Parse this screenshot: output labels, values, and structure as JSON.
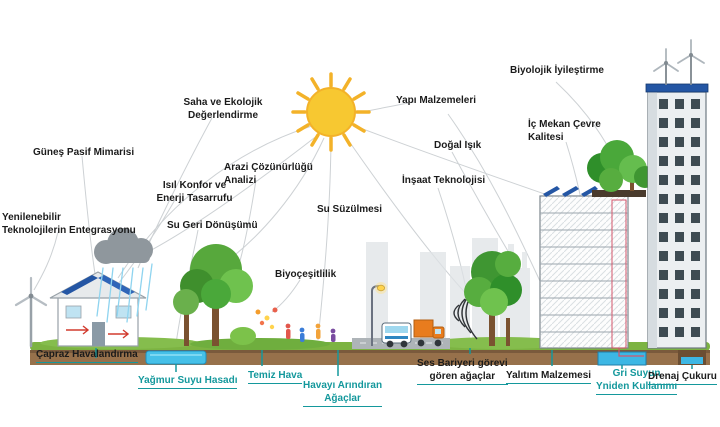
{
  "diagram": {
    "labels": {
      "renewable_integration": "Yenilenebilir\nTeknolojilerin Entegrasyonu",
      "solar_passive": "Güneş Pasif Mimarisi",
      "thermal_comfort": "Isıl Konfor ve\nEnerji Tasarrufu",
      "water_recycling": "Su Geri Dönüşümü",
      "site_ecological_assessment": "Saha ve Ekolojik\nDeğerlendirme",
      "land_analysis": "Arazi Çözünürlüğü\nAnalizi",
      "water_filtration": "Su Süzülmesi",
      "building_materials": "Yapı Malzemeleri",
      "natural_light": "Doğal Işık",
      "construction_technology": "İnşaat Teknolojisi",
      "biological_improvement": "Biyolojik İyileştirme",
      "indoor_environment_quality": "İç Mekan Çevre\nKalitesi",
      "biodiversity": "Biyoçeşitlilik",
      "cross_ventilation": "Çapraz Havalandırma",
      "rainwater_harvesting": "Yağmur Suyu Hasadı",
      "clean_air": "Temiz Hava",
      "air_purifying_trees": "Havayı Arındıran\nAğaçlar",
      "sound_barrier_trees": "Ses Bariyeri görevi\ngören ağaçlar",
      "insulation_material": "Yalıtım Malzemesi",
      "greywater_reuse": "Gri Suyun\nYniden Kullanımı",
      "drainage_pit": "Drenaj Çukuru"
    },
    "icons": [
      "sun-icon",
      "rain-cloud-icon",
      "wind-turbine-icon",
      "solar-house-icon",
      "tree-icon",
      "pond",
      "street-lamp-icon",
      "bus-icon",
      "truck-icon",
      "sound-waves-icon",
      "apartment-building-icon",
      "green-roof-trees",
      "skyscraper-icon",
      "rooftop-wind-turbines",
      "greywater-tank",
      "drainage-pit"
    ],
    "colors": {
      "accent_teal": "#14989c",
      "text": "#1b1b1b",
      "sun": "#f7c831",
      "solar_panel": "#2456a4",
      "grass": "#7cb342",
      "soil": "#97714b",
      "water": "#3db7e4",
      "rain": "#8fd4ef",
      "cloud": "#8f979d",
      "pipe_red": "#d4556a"
    }
  }
}
